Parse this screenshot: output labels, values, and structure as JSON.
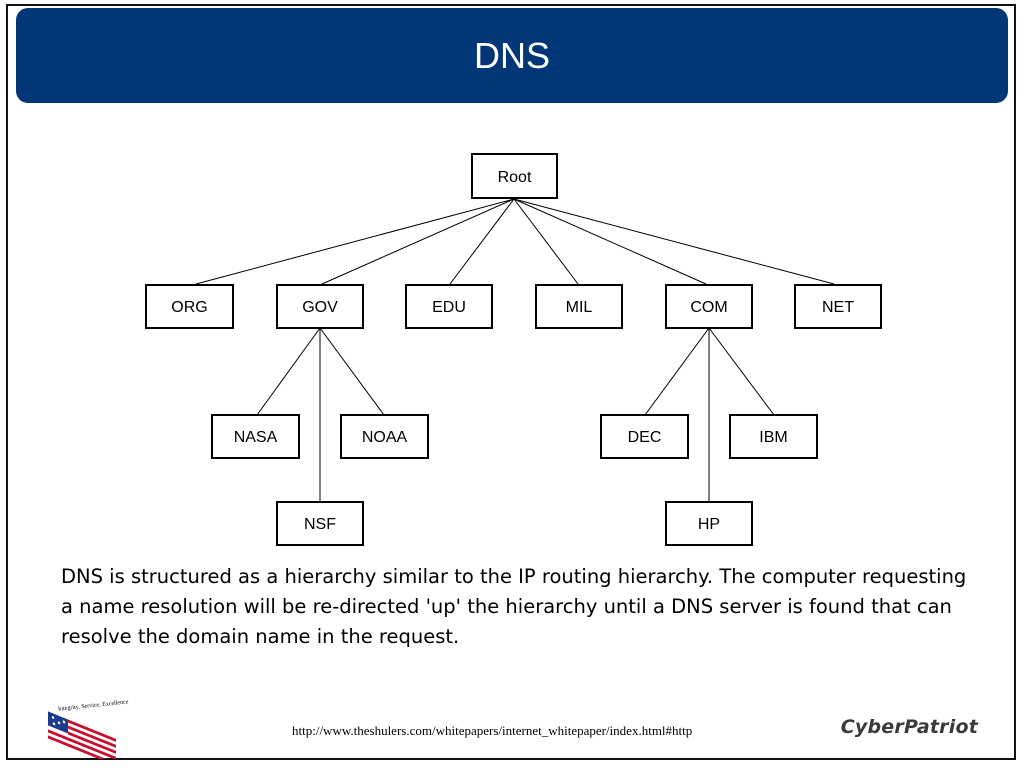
{
  "slide": {
    "title": "DNS",
    "body": "DNS is structured as a hierarchy similar to the IP routing hierarchy. The computer requesting a name resolution will be re-directed 'up' the hierarchy until a DNS server is found that can resolve the domain name in the request.",
    "source_url": "http://www.theshulers.com/whitepapers/internet_whitepaper/index.html#http",
    "brand": "CyberPatriot",
    "logo_motto": "Integrity, Service, Excellence"
  },
  "colors": {
    "title_bar": "#023677",
    "title_text": "#ffffff"
  },
  "diagram": {
    "root": "Root",
    "tld": [
      "ORG",
      "GOV",
      "EDU",
      "MIL",
      "COM",
      "NET"
    ],
    "gov_children": [
      "NASA",
      "NOAA",
      "NSF"
    ],
    "com_children": [
      "DEC",
      "IBM",
      "HP"
    ]
  }
}
